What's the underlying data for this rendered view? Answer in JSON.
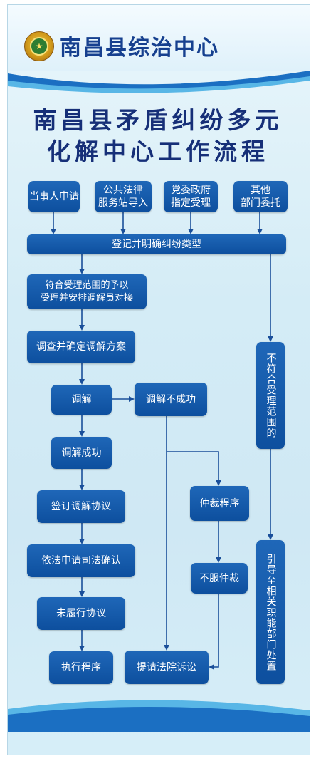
{
  "org_name": "南昌县综治中心",
  "title_line1": "南昌县矛盾纠纷多元",
  "title_line2": "化解中心工作流程",
  "colors": {
    "box": "#0d4f9e",
    "arrow": "#1a4f9a",
    "title": "#162f78",
    "org": "#16408f"
  },
  "icons": {
    "emblem": "national-emblem-icon"
  },
  "nodes": {
    "party_request": "当事人申请",
    "public_legal": "公共法律\n服务站导入",
    "party_gov": "党委政府\n指定受理",
    "other_dept": "其他\n部门委托",
    "register": "登记并明确纠纷类型",
    "accept": "符合受理范围的予以\n受理并安排调解员对接",
    "investigate": "调查并确定调解方案",
    "mediate": "调解",
    "mediate_fail": "调解不成功",
    "mediate_success": "调解成功",
    "sign": "签订调解协议",
    "judicial": "依法申请司法确认",
    "unfulfilled": "未履行协议",
    "execute": "执行程序",
    "arbitration": "仲裁程序",
    "disagree_arbitration": "不服仲裁",
    "court": "提请法院诉讼",
    "out_of_scope": "不符合受理范围的",
    "guide": "引导至相关职能部门处置"
  }
}
